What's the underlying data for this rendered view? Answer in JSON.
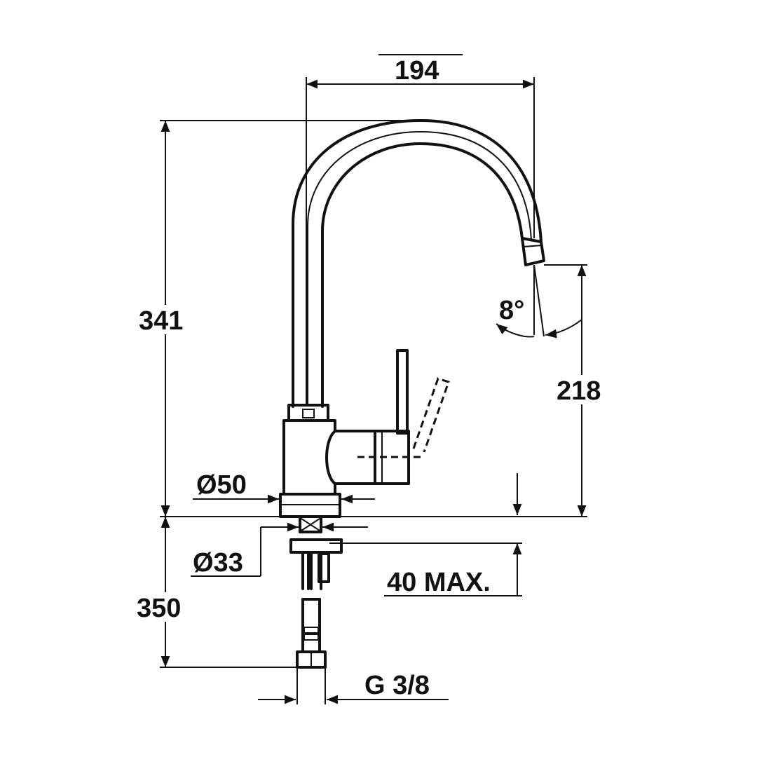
{
  "dimensions": {
    "spout_reach": "194",
    "total_height": "341",
    "spout_height": "218",
    "spout_angle": "8°",
    "base_diameter": "Ø50",
    "hole_diameter": "Ø33",
    "max_thickness": "40 MAX.",
    "hose_length": "350",
    "connection": "G 3/8"
  },
  "colors": {
    "line": "#111111",
    "background": "#ffffff"
  }
}
